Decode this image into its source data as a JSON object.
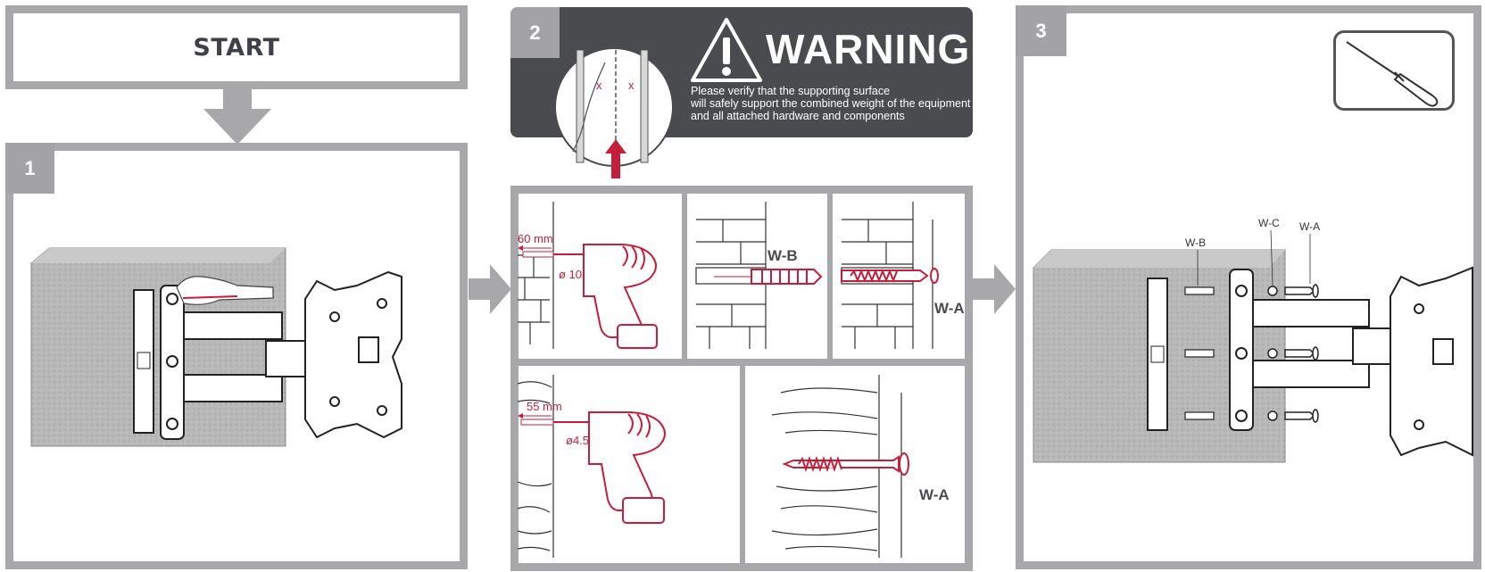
{
  "start": {
    "label": "START"
  },
  "steps": {
    "one": "1",
    "two": "2",
    "three": "3"
  },
  "warning": {
    "title": "WARNING",
    "lines": [
      "Please verify that the supporting surface",
      "will safely support the combined weight of the equipment",
      "and all attached hardware and components"
    ]
  },
  "drill_concrete": {
    "depth": "60 mm",
    "diameter": "ø 10mm"
  },
  "drill_wood": {
    "depth": "55 mm",
    "diameter": "ø4.5mm"
  },
  "parts": {
    "anchor": "W-B",
    "screw": "W-A",
    "washer": "W-C"
  },
  "colors": {
    "frame_gray": "#a8a8aa",
    "warning_bg": "#4a4b4e",
    "accent_red": "#c41e3a",
    "wall_gray": "#b5b5b5"
  },
  "icons": [
    "warning-triangle-icon",
    "screwdriver-icon",
    "drill-icon",
    "arrow-down-icon",
    "arrow-right-icon"
  ]
}
